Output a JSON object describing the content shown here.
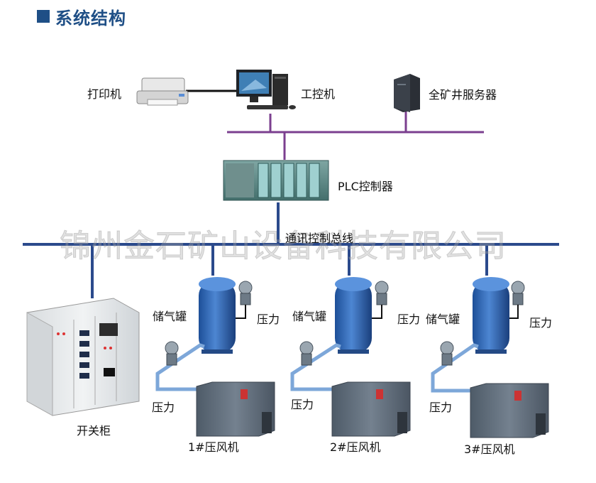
{
  "title": "系统结构",
  "watermark": "锦州金石矿山设备科技有限公司",
  "labels": {
    "printer": "打印机",
    "workstation": "工控机",
    "server": "全矿井服务器",
    "plc": "PLC控制器",
    "bus": "通讯控制总线",
    "switchgear": "开关柜",
    "tank1": "储气罐",
    "tank2": "储气罐",
    "tank3": "储气罐",
    "pressure_tank1": "压力",
    "pressure_tank2": "压力",
    "pressure_tank3": "压力",
    "pressure_pipe1": "压力",
    "pressure_pipe2": "压力",
    "pressure_pipe3": "压力",
    "compressor1": "1#压风机",
    "compressor2": "2#压风机",
    "compressor3": "3#压风机"
  },
  "colors": {
    "title": "#1f4f86",
    "network_line": "#7b3f8f",
    "bus_line": "#2b4a8c",
    "tank": "#2f63b0",
    "compressor": "#5f6f80",
    "pipe": "#7da7d9"
  }
}
